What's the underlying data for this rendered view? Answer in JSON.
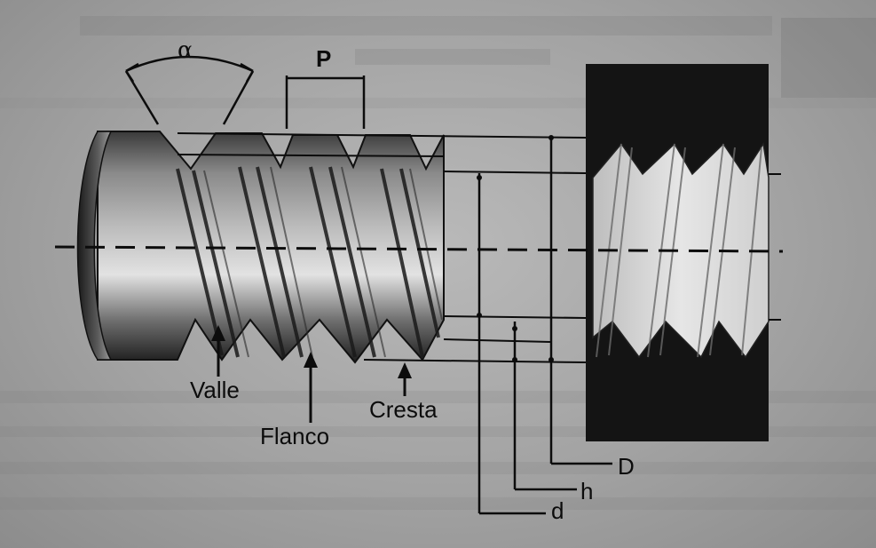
{
  "labels": {
    "alpha": "α",
    "pitch": "P",
    "valley": "Valle",
    "flank": "Flanco",
    "crest": "Cresta",
    "major_diameter": "D",
    "thread_depth": "h",
    "minor_diameter": "d"
  },
  "colors": {
    "background": "#a6a6a6",
    "ink": "#0c0c0c",
    "dark_block": "#161616",
    "thread_light": "#d8d8d8"
  }
}
